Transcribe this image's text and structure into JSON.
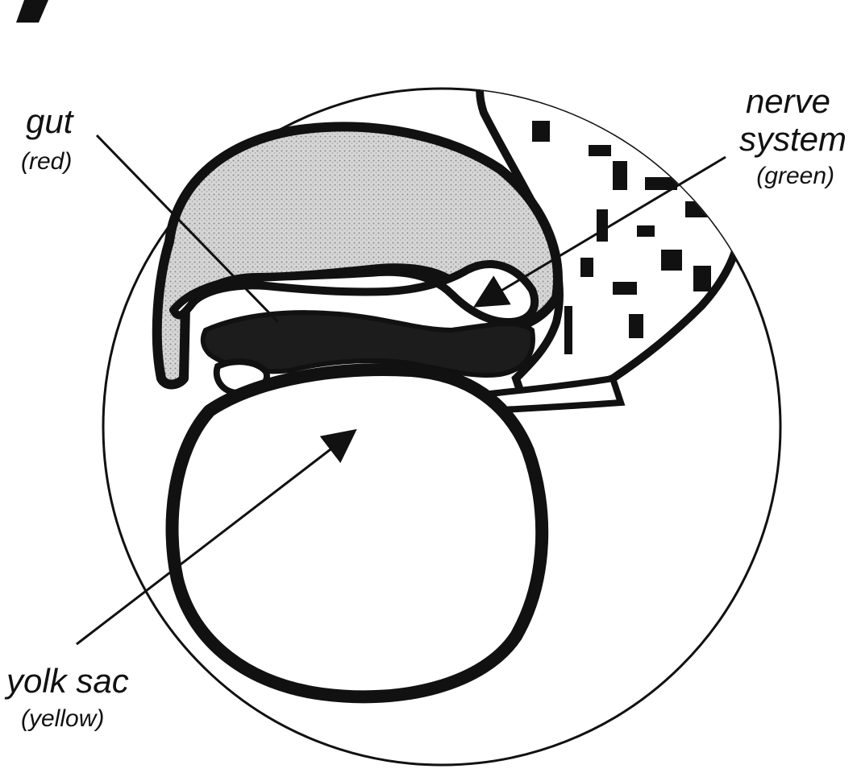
{
  "diagram": {
    "labels": {
      "gut": {
        "name": "gut",
        "color": "(red)"
      },
      "nerve": {
        "name_line1": "nerve",
        "name_line2": "system",
        "color": "(green)"
      },
      "yolk": {
        "name": "yolk sac",
        "color": "(yellow)"
      }
    },
    "colors": {
      "ink": "#111111",
      "stipple": "#bdbdbd",
      "gut_fill": "#1c1c1c",
      "paper": "#ffffff"
    }
  }
}
